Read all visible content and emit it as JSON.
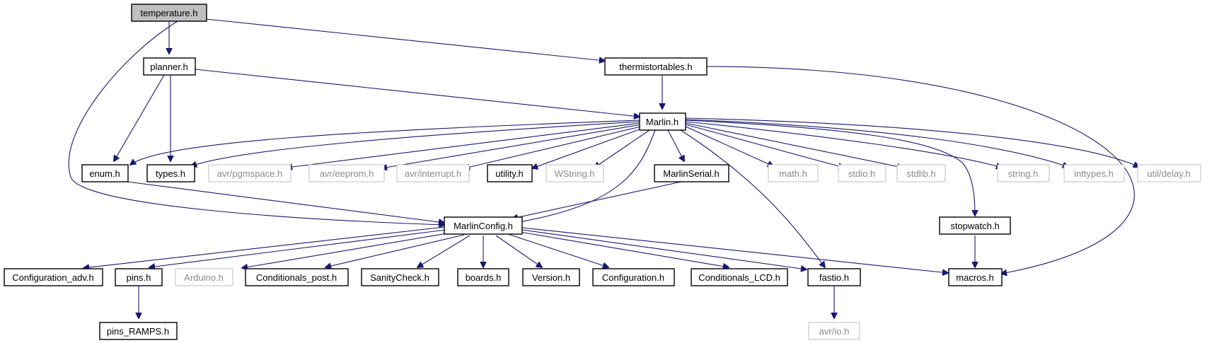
{
  "nodes": {
    "temperature": "temperature.h",
    "planner": "planner.h",
    "thermistortables": "thermistortables.h",
    "marlin": "Marlin.h",
    "enum": "enum.h",
    "types": "types.h",
    "pgmspace": "avr/pgmspace.h",
    "eeprom": "avr/eeprom.h",
    "interrupt": "avr/interrupt.h",
    "utility": "utility.h",
    "wstring": "WString.h",
    "marlinserial": "MarlinSerial.h",
    "math": "math.h",
    "stdio": "stdio.h",
    "stdlib": "stdlib.h",
    "string": "string.h",
    "inttypes": "inttypes.h",
    "delay": "util/delay.h",
    "marlinconfig": "MarlinConfig.h",
    "stopwatch": "stopwatch.h",
    "configuration_adv": "Configuration_adv.h",
    "pins": "pins.h",
    "arduino": "Arduino.h",
    "conditionals_post": "Conditionals_post.h",
    "sanitycheck": "SanityCheck.h",
    "boards": "boards.h",
    "version": "Version.h",
    "configuration": "Configuration.h",
    "conditionals_lcd": "Conditionals_LCD.h",
    "fastio": "fastio.h",
    "macros": "macros.h",
    "pins_ramps": "pins_RAMPS.h",
    "avr_io": "avr/io.h"
  },
  "colors": {
    "edge": "#191970",
    "external_border": "#bfbfbf",
    "external_text": "#8a8a8a",
    "focus_fill": "#bfbfbf"
  }
}
